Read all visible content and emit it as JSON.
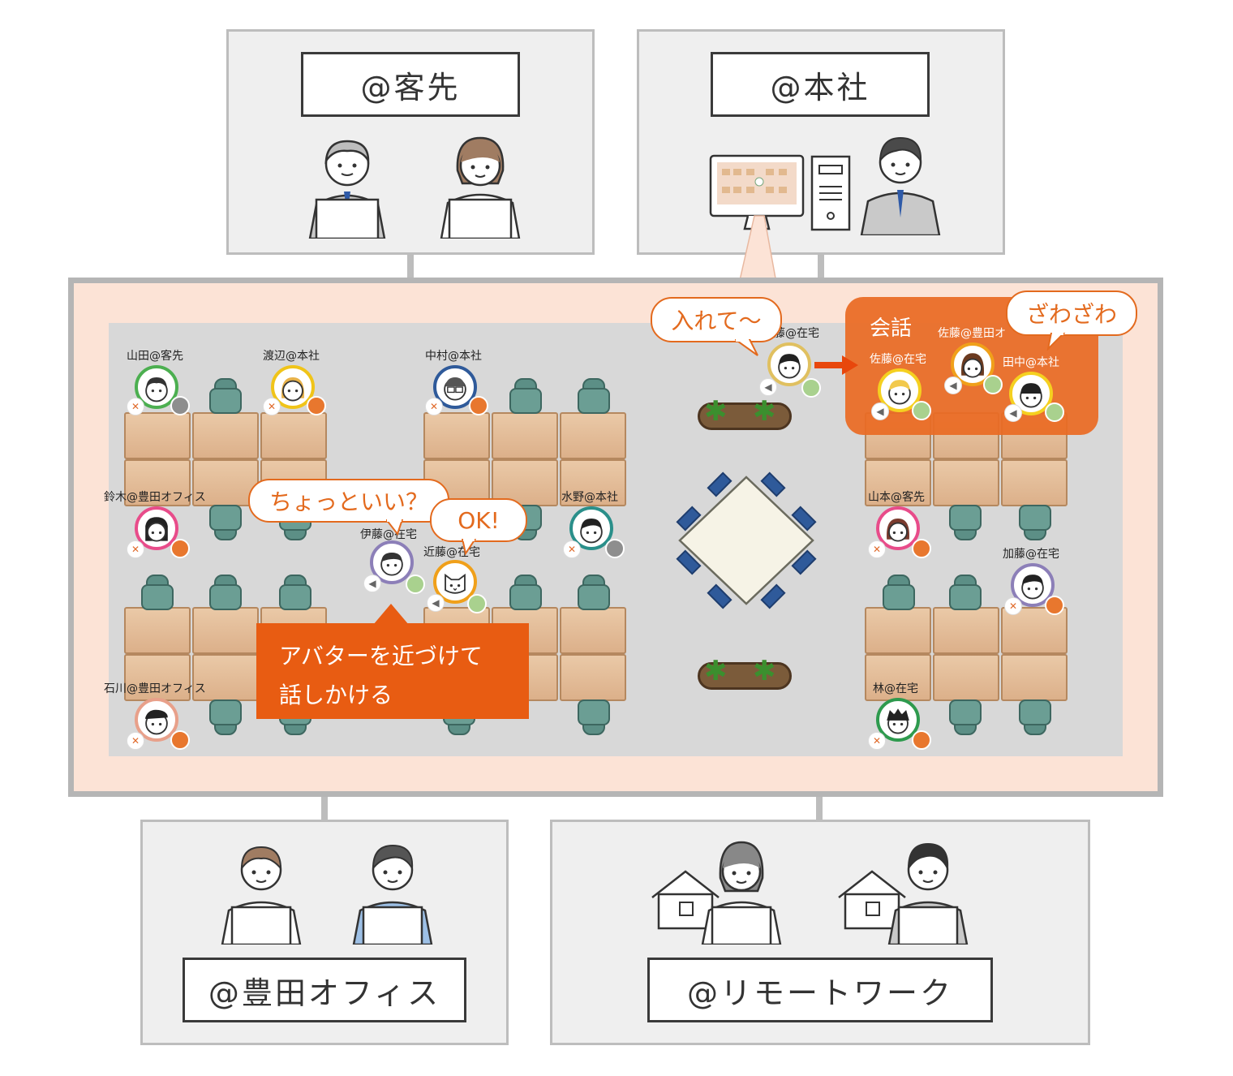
{
  "locations": {
    "client": "@客先",
    "hq": "@本社",
    "toyota": "@豊田オフィス",
    "remote": "@リモートワーク"
  },
  "callout": {
    "line1": "アバターを近づけて",
    "line2": "話しかける"
  },
  "group_label": "会話",
  "bubbles": {
    "chotto": "ちょっといい？",
    "ok": "OK!",
    "irete": "入れて〜",
    "zawazawa": "ざわざわ"
  },
  "people": {
    "yamada": "山田@客先",
    "watanabe": "渡辺@本社",
    "nakamura": "中村@本社",
    "suzuki": "鈴木@豊田オフィス",
    "mizuno": "水野@本社",
    "ishikawa": "石川@豊田オフィス",
    "ito": "伊藤@在宅",
    "kondo": "近藤@在宅",
    "sato_home": "佐藤@在宅",
    "sato_toyota": "佐藤@豊田オ",
    "tanaka": "田中@本社",
    "yamamoto": "山本@客先",
    "kato": "加藤@在宅",
    "hayashi": "林@在宅",
    "joiner": "藤@在宅"
  },
  "colors": {
    "accent": "#e85c12",
    "status_orange": "#e8772e",
    "status_green": "#a9d18e",
    "status_gray": "#8e8e8e",
    "office_bg": "#fce3d6",
    "floor": "#d8d8d8"
  }
}
